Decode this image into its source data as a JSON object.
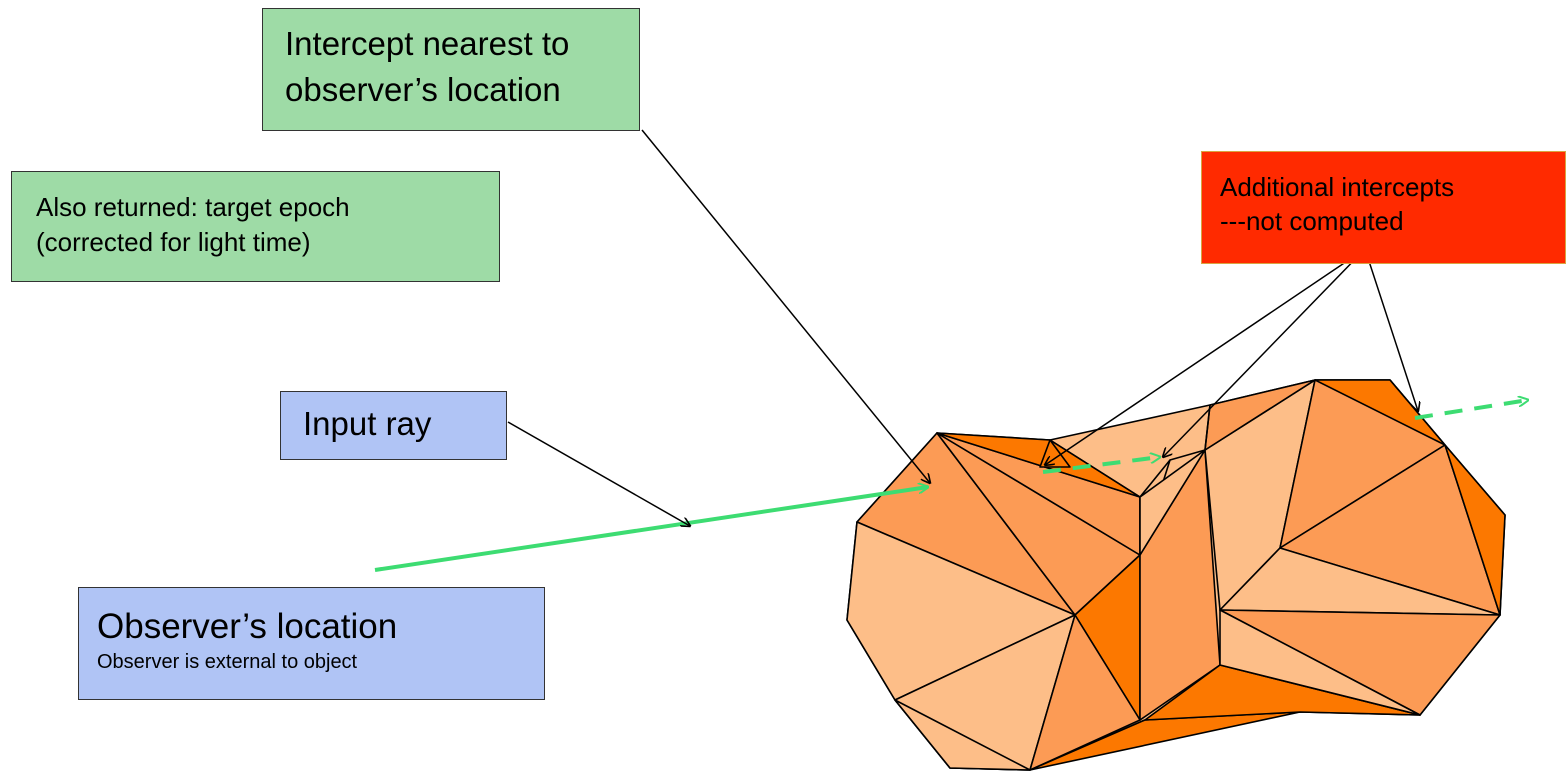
{
  "labels": {
    "intercept_nearest": [
      "Intercept nearest to",
      "observer’s location"
    ],
    "also_returned": [
      "Also returned: target epoch",
      "(corrected for light time)"
    ],
    "input_ray": "Input ray",
    "observer_location": "Observer’s location",
    "observer_note": "Observer is external to object",
    "additional_intercepts": [
      "Additional intercepts",
      "---not computed"
    ]
  },
  "colors": {
    "label_green": "#9edba6",
    "label_blue": "#b0c4f5",
    "label_red": "#ff2a00",
    "ray_green": "#3ddc72",
    "facet_light": "#fdbe88",
    "facet_mid": "#fc9b55",
    "facet_dark": "#fc7800"
  }
}
